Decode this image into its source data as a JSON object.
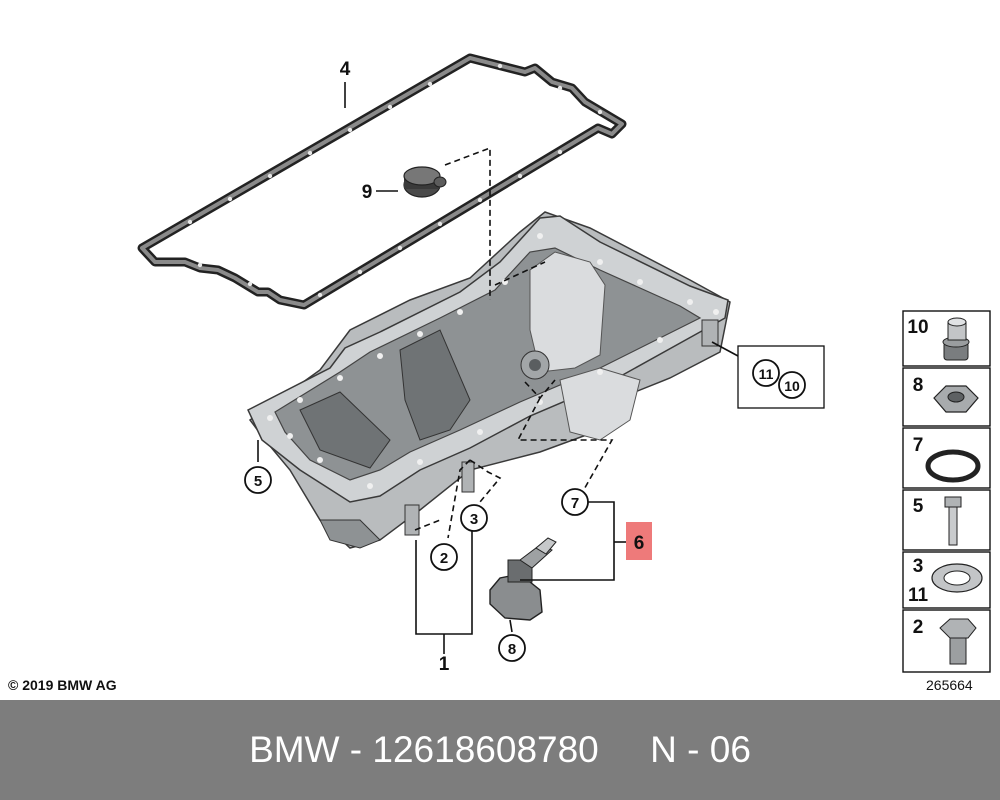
{
  "callouts": {
    "c1": "1",
    "c2": "2",
    "c3": "3",
    "c4": "4",
    "c5": "5",
    "c6": "6",
    "c7": "7",
    "c8": "8",
    "c9": "9",
    "c10": "10",
    "c11": "11"
  },
  "side_panel": [
    {
      "label": "10",
      "part": "plug-with-seal"
    },
    {
      "label": "8",
      "part": "hex-nut"
    },
    {
      "label": "7",
      "part": "o-ring"
    },
    {
      "label": "5",
      "part": "bolt"
    },
    {
      "label": "3",
      "label2": "11",
      "part": "sealing-ring"
    },
    {
      "label": "2",
      "part": "drain-plug"
    }
  ],
  "copyright": "© 2019 BMW AG",
  "image_number": "265664",
  "footer": {
    "text": "BMW - 12618608780     N - 06"
  },
  "colors": {
    "highlight": "#ee7a7a",
    "footer_bg": "#7d7d7d",
    "footer_text": "#ffffff"
  }
}
